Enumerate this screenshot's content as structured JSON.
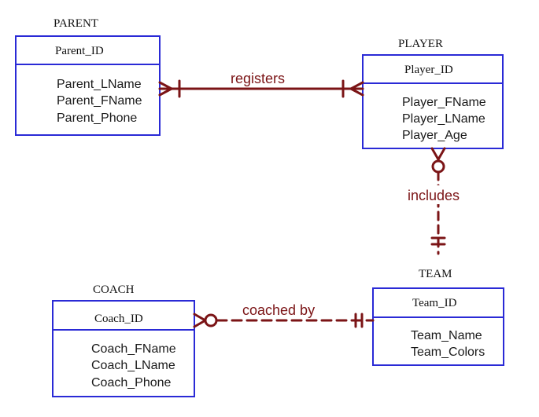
{
  "colors": {
    "entity_border": "#2a2ad6",
    "relationship": "#7b1416",
    "text": "#111111"
  },
  "entities": {
    "parent": {
      "name": "PARENT",
      "pk": "Parent_ID",
      "attributes": [
        "Parent_LName",
        "Parent_FName",
        "Parent_Phone"
      ]
    },
    "player": {
      "name": "PLAYER",
      "pk": "Player_ID",
      "attributes": [
        "Player_FName",
        "Player_LName",
        "Player_Age"
      ]
    },
    "team": {
      "name": "TEAM",
      "pk": "Team_ID",
      "attributes": [
        "Team_Name",
        "Team_Colors"
      ]
    },
    "coach": {
      "name": "COACH",
      "pk": "Coach_ID",
      "attributes": [
        "Coach_FName",
        "Coach_LName",
        "Coach_Phone"
      ]
    }
  },
  "relationships": {
    "registers": {
      "label": "registers",
      "from": "PARENT",
      "to": "PLAYER",
      "from_cardinality": "one-or-many",
      "to_cardinality": "one-or-many",
      "line_style": "solid"
    },
    "includes": {
      "label": "includes",
      "from": "PLAYER",
      "to": "TEAM",
      "from_cardinality": "zero-or-many",
      "to_cardinality": "exactly-one",
      "line_style": "dashed"
    },
    "coached_by": {
      "label": "coached by",
      "from": "COACH",
      "to": "TEAM",
      "from_cardinality": "zero-or-many",
      "to_cardinality": "exactly-one",
      "line_style": "dashed"
    }
  }
}
